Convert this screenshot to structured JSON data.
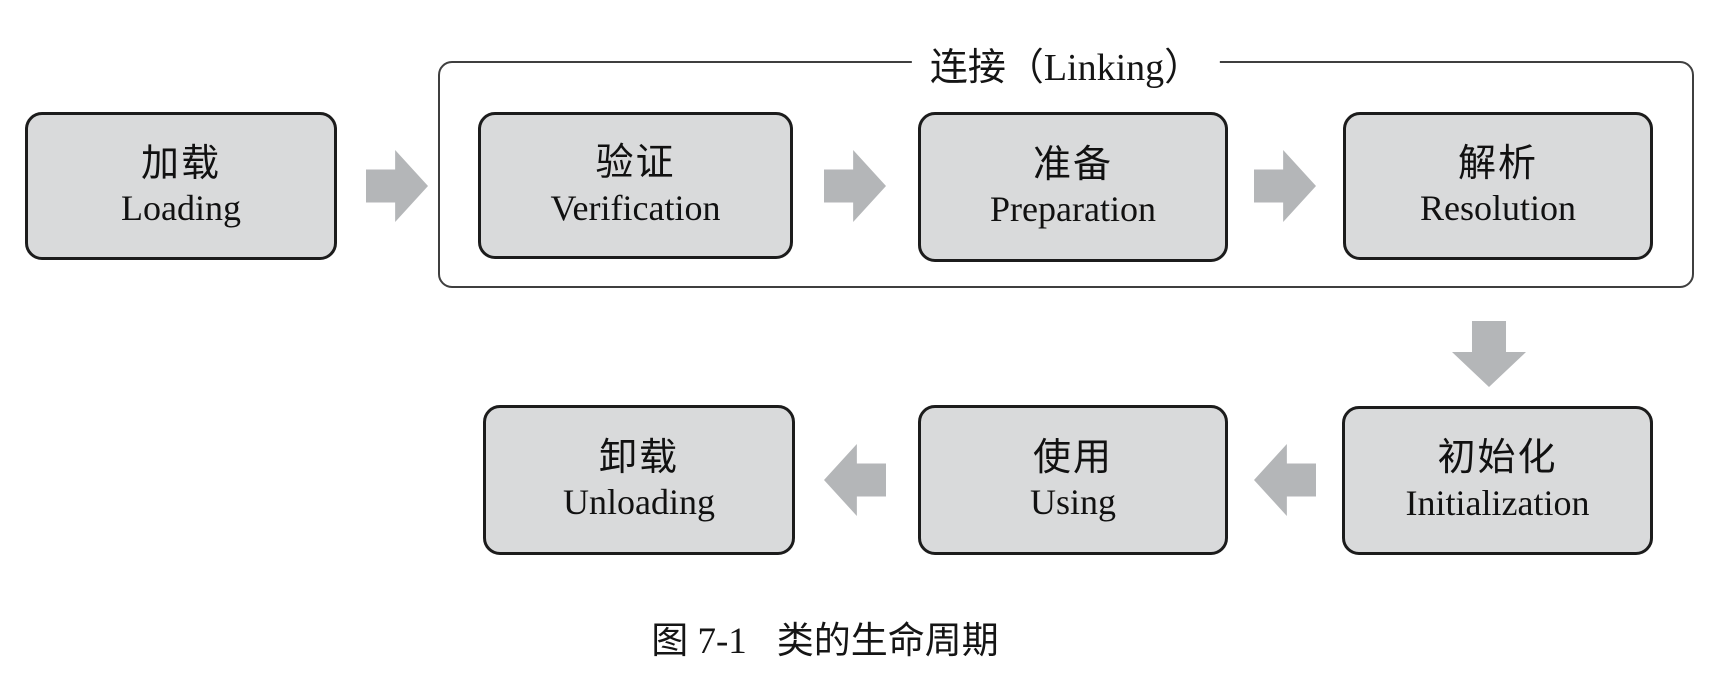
{
  "figure": {
    "type": "flow-diagram",
    "caption": {
      "label": "图 7-1",
      "title": "类的生命周期"
    },
    "linking_group": {
      "label": "连接（Linking）",
      "members": [
        "verification",
        "preparation",
        "resolution"
      ]
    },
    "stages": [
      {
        "id": "loading",
        "zh": "加载",
        "en": "Loading"
      },
      {
        "id": "verification",
        "zh": "验证",
        "en": "Verification"
      },
      {
        "id": "preparation",
        "zh": "准备",
        "en": "Preparation"
      },
      {
        "id": "resolution",
        "zh": "解析",
        "en": "Resolution"
      },
      {
        "id": "initialization",
        "zh": "初始化",
        "en": "Initialization"
      },
      {
        "id": "using",
        "zh": "使用",
        "en": "Using"
      },
      {
        "id": "unloading",
        "zh": "卸载",
        "en": "Unloading"
      }
    ],
    "flow": [
      "loading → verification",
      "verification → preparation",
      "preparation → resolution",
      "resolution → initialization",
      "initialization → using",
      "using → unloading"
    ],
    "colors": {
      "background": "#ffffff",
      "box_fill": "#d9dadb",
      "box_border": "#1c1c1c",
      "container_border": "#3f3f3f",
      "arrow": "#b4b6b8",
      "text": "#111111"
    }
  }
}
